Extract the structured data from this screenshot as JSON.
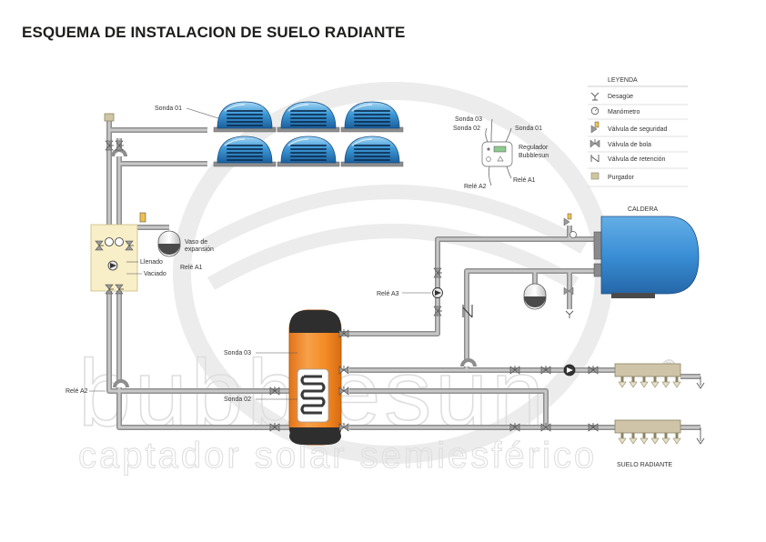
{
  "title": "ESQUEMA DE INSTALACION DE SUELO RADIANTE",
  "watermark": {
    "brand": "bubblesun",
    "registered": "®",
    "tagline": "captador solar semiesférico"
  },
  "legend": {
    "heading": "LEYENDA",
    "items": [
      {
        "icon": "drain-icon",
        "label": "Desagüe"
      },
      {
        "icon": "pressure-gauge-icon",
        "label": "Manómetro"
      },
      {
        "icon": "safety-valve-icon",
        "label": "Válvula de seguridad"
      },
      {
        "icon": "ball-valve-icon",
        "label": "Válvula de bola"
      },
      {
        "icon": "check-valve-icon",
        "label": "Válvula de retención"
      },
      {
        "icon": "air-vent-icon",
        "label": "Purgador"
      }
    ]
  },
  "labels": {
    "sonda01_collectors": "Sonda 01",
    "sonda03_reg": "Sonda 03",
    "sonda02_reg": "Sonda 02",
    "sonda01_reg": "Sonda 01",
    "regulador_line1": "Regulador",
    "regulador_line2": "Bubblesun",
    "rele_a2_reg": "Relé A2",
    "rele_a1_reg": "Relé A1",
    "caldera": "CALDERA",
    "vaso_line1": "Vaso de",
    "vaso_line2": "expansión",
    "llenado": "Llenado",
    "rele_a1_pump": "Relé A1",
    "vaciado": "Vaciado",
    "rele_a3": "Relé A3",
    "sonda03_tank": "Sonda 03",
    "sonda02_tank": "Sonda 02",
    "rele_a2_pump": "Relé A2",
    "suelo_radiante": "SUELO RADIANTE"
  },
  "colors": {
    "pipe": "#8e8e8e",
    "collector_blue": "#2f8fd0",
    "boiler_blue": "#3a8fd6",
    "tank_orange": "#f38b24",
    "pump_station": "#f8efc8",
    "manifold": "#cfc4a7"
  }
}
